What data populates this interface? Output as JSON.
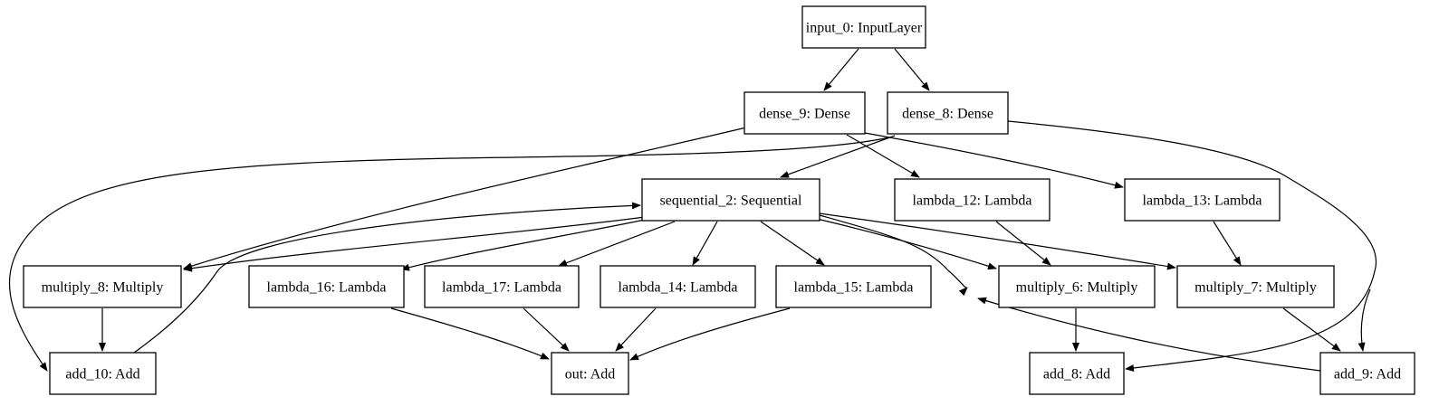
{
  "nodes": [
    {
      "id": "input_0",
      "label": "input_0: InputLayer"
    },
    {
      "id": "dense_9",
      "label": "dense_9: Dense"
    },
    {
      "id": "dense_8",
      "label": "dense_8: Dense"
    },
    {
      "id": "sequential_2",
      "label": "sequential_2: Sequential"
    },
    {
      "id": "lambda_12",
      "label": "lambda_12: Lambda"
    },
    {
      "id": "lambda_13",
      "label": "lambda_13: Lambda"
    },
    {
      "id": "multiply_8",
      "label": "multiply_8: Multiply"
    },
    {
      "id": "lambda_16",
      "label": "lambda_16: Lambda"
    },
    {
      "id": "lambda_17",
      "label": "lambda_17: Lambda"
    },
    {
      "id": "lambda_14",
      "label": "lambda_14: Lambda"
    },
    {
      "id": "lambda_15",
      "label": "lambda_15: Lambda"
    },
    {
      "id": "multiply_6",
      "label": "multiply_6: Multiply"
    },
    {
      "id": "multiply_7",
      "label": "multiply_7: Multiply"
    },
    {
      "id": "add_10",
      "label": "add_10: Add"
    },
    {
      "id": "out",
      "label": "out: Add"
    },
    {
      "id": "add_8",
      "label": "add_8: Add"
    },
    {
      "id": "add_9",
      "label": "add_9: Add"
    }
  ],
  "edges": [
    {
      "from": "input_0",
      "to": "dense_9"
    },
    {
      "from": "input_0",
      "to": "dense_8"
    },
    {
      "from": "dense_9",
      "to": "multiply_8"
    },
    {
      "from": "dense_9",
      "to": "lambda_12"
    },
    {
      "from": "dense_9",
      "to": "lambda_13"
    },
    {
      "from": "dense_8",
      "to": "sequential_2"
    },
    {
      "from": "dense_8",
      "to": "add_10"
    },
    {
      "from": "dense_8",
      "to": "add_8"
    },
    {
      "from": "dense_8",
      "to": "add_9"
    },
    {
      "from": "sequential_2",
      "to": "multiply_8"
    },
    {
      "from": "sequential_2",
      "to": "lambda_16"
    },
    {
      "from": "sequential_2",
      "to": "lambda_17"
    },
    {
      "from": "sequential_2",
      "to": "lambda_14"
    },
    {
      "from": "sequential_2",
      "to": "lambda_15"
    },
    {
      "from": "sequential_2",
      "to": "multiply_6"
    },
    {
      "from": "sequential_2",
      "to": "multiply_7"
    },
    {
      "from": "lambda_12",
      "to": "multiply_6"
    },
    {
      "from": "lambda_13",
      "to": "multiply_7"
    },
    {
      "from": "multiply_8",
      "to": "add_10"
    },
    {
      "from": "lambda_16",
      "to": "out"
    },
    {
      "from": "lambda_17",
      "to": "out"
    },
    {
      "from": "lambda_14",
      "to": "out"
    },
    {
      "from": "lambda_15",
      "to": "out"
    },
    {
      "from": "multiply_6",
      "to": "add_8"
    },
    {
      "from": "multiply_7",
      "to": "add_9"
    },
    {
      "from": "add_10",
      "to": "sequential_2"
    },
    {
      "from": "add_8",
      "to": "sequential_2"
    },
    {
      "from": "add_9",
      "to": "sequential_2"
    }
  ]
}
